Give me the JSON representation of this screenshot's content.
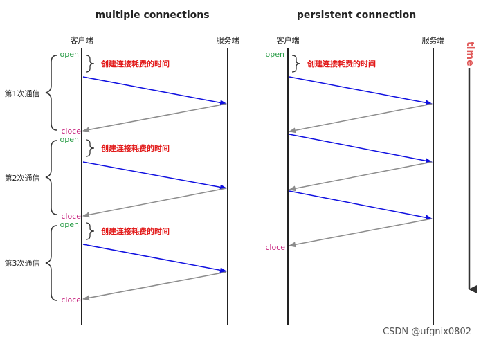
{
  "diagram": {
    "left_title": "multiple connections",
    "right_title": "persistent connection",
    "client_label": "客户端",
    "server_label": "服务端",
    "open_label": "open",
    "close_label": "cloce",
    "cost_label": "创建连接耗费的时间",
    "rounds": [
      "第1次通信",
      "第2次通信",
      "第3次通信"
    ],
    "time_label": "time",
    "watermark": "CSDN @ufgnix0802"
  },
  "colors": {
    "request_arrow": "#1010e0",
    "response_arrow": "#8c8c8c",
    "open": "#2a9d47",
    "close": "#c51d7a",
    "cost": "#e21a1a",
    "time": "#e05a5a",
    "lifeline": "#222222"
  }
}
